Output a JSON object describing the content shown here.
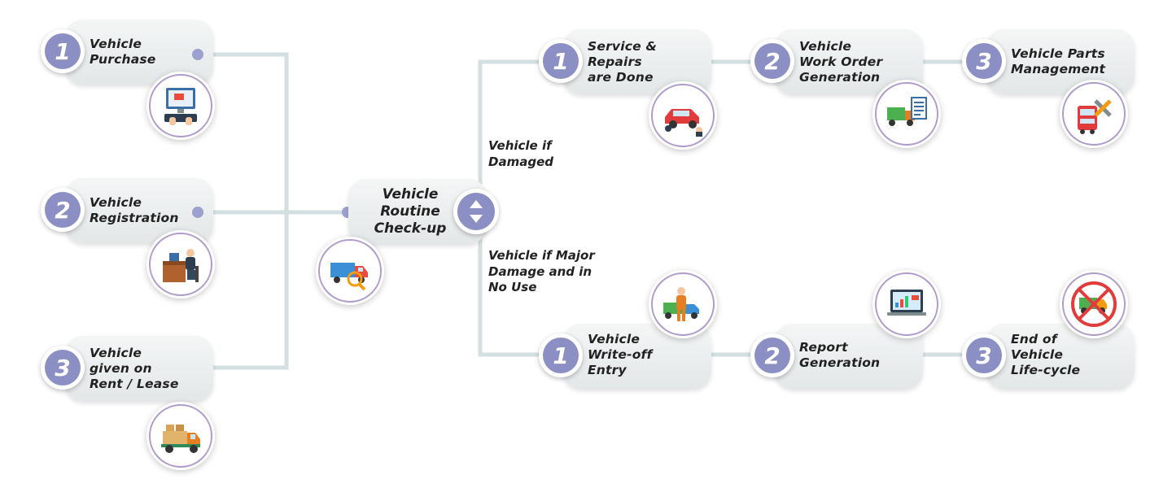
{
  "left_steps": [
    {
      "num": "1",
      "label_lines": [
        "Vehicle",
        "Purchase"
      ],
      "icon": "computer-shopping-icon"
    },
    {
      "num": "2",
      "label_lines": [
        "Vehicle",
        "Registration"
      ],
      "icon": "office-desk-worker-icon"
    },
    {
      "num": "3",
      "label_lines": [
        "Vehicle",
        "given on",
        "Rent / Lease"
      ],
      "icon": "loaded-truck-icon"
    }
  ],
  "center": {
    "label_lines": [
      "Vehicle",
      "Routine",
      "Check-up"
    ],
    "icon": "truck-inspection-icon"
  },
  "branch_labels": {
    "damaged": [
      "Vehicle if",
      "Damaged"
    ],
    "major": [
      "Vehicle if Major",
      "Damage and in",
      "No Use"
    ]
  },
  "top_steps": [
    {
      "num": "1",
      "label_lines": [
        "Service &",
        "Repairs",
        "are Done"
      ],
      "icon": "car-repair-icon"
    },
    {
      "num": "2",
      "label_lines": [
        "Vehicle",
        "Work Order",
        "Generation"
      ],
      "icon": "truck-work-order-icon"
    },
    {
      "num": "3",
      "label_lines": [
        "Vehicle Parts",
        "Management"
      ],
      "icon": "bus-tools-icon"
    }
  ],
  "bottom_steps": [
    {
      "num": "1",
      "label_lines": [
        "Vehicle",
        "Write-off",
        "Entry"
      ],
      "icon": "worker-truck-icon"
    },
    {
      "num": "2",
      "label_lines": [
        "Report",
        "Generation"
      ],
      "icon": "laptop-report-icon"
    },
    {
      "num": "3",
      "label_lines": [
        "End of",
        "Vehicle",
        "Life-cycle"
      ],
      "icon": "truck-crossed-out-icon"
    }
  ],
  "colors": {
    "accent": "#8b8fc3",
    "line": "#d3dfe0",
    "ring": "#b09ccc",
    "text": "#222222"
  }
}
